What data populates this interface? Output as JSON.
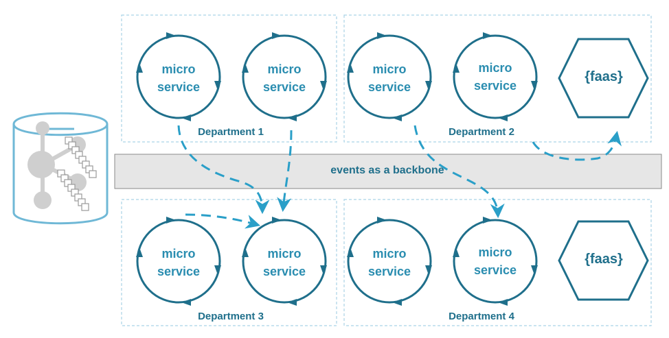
{
  "backbone": {
    "label": "events as a backbone"
  },
  "departments": [
    {
      "label": "Department 1"
    },
    {
      "label": "Department 2"
    },
    {
      "label": "Department 3"
    },
    {
      "label": "Department 4"
    }
  ],
  "services": [
    {
      "line1": "micro",
      "line2": "service"
    },
    {
      "line1": "micro",
      "line2": "service"
    },
    {
      "line1": "micro",
      "line2": "service"
    },
    {
      "line1": "micro",
      "line2": "service"
    },
    {
      "line1": "micro",
      "line2": "service"
    },
    {
      "line1": "micro",
      "line2": "service"
    },
    {
      "line1": "micro",
      "line2": "service"
    },
    {
      "line1": "micro",
      "line2": "service"
    }
  ],
  "faas": [
    {
      "label": "{faas}"
    },
    {
      "label": "{faas}"
    }
  ],
  "colors": {
    "primary": "#1f6f8b",
    "accent": "#2a9fc8",
    "text": "#2a8db0",
    "dept_border": "#a9d3e6",
    "backbone_fill": "#e6e6e6",
    "backbone_border": "#8a8a8a",
    "log_gray": "#cfcfcf"
  },
  "icons": [
    "event-log-cylinder-icon",
    "faas-hexagon-icon",
    "service-loop-icon"
  ]
}
